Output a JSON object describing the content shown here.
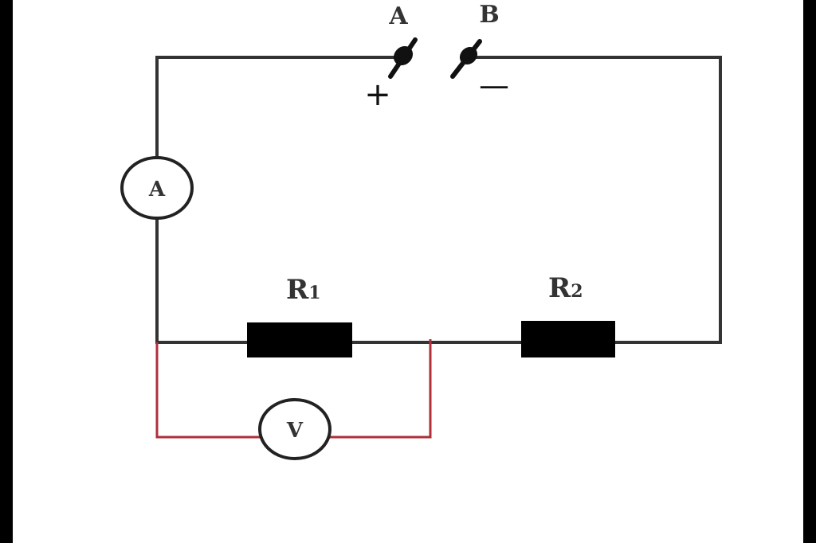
{
  "colors": {
    "wire": "#333333",
    "voltmeter_wire": "#b0303a",
    "resistor": "#000000",
    "border": "#000000"
  },
  "terminals": {
    "a_label": "A",
    "b_label": "B",
    "plus_sign": "+",
    "minus_sign": "—"
  },
  "ammeter": {
    "label": "A"
  },
  "voltmeter": {
    "label": "V"
  },
  "resistors": {
    "r1": {
      "letter": "R",
      "sub": "1"
    },
    "r2": {
      "letter": "R",
      "sub": "2"
    }
  }
}
